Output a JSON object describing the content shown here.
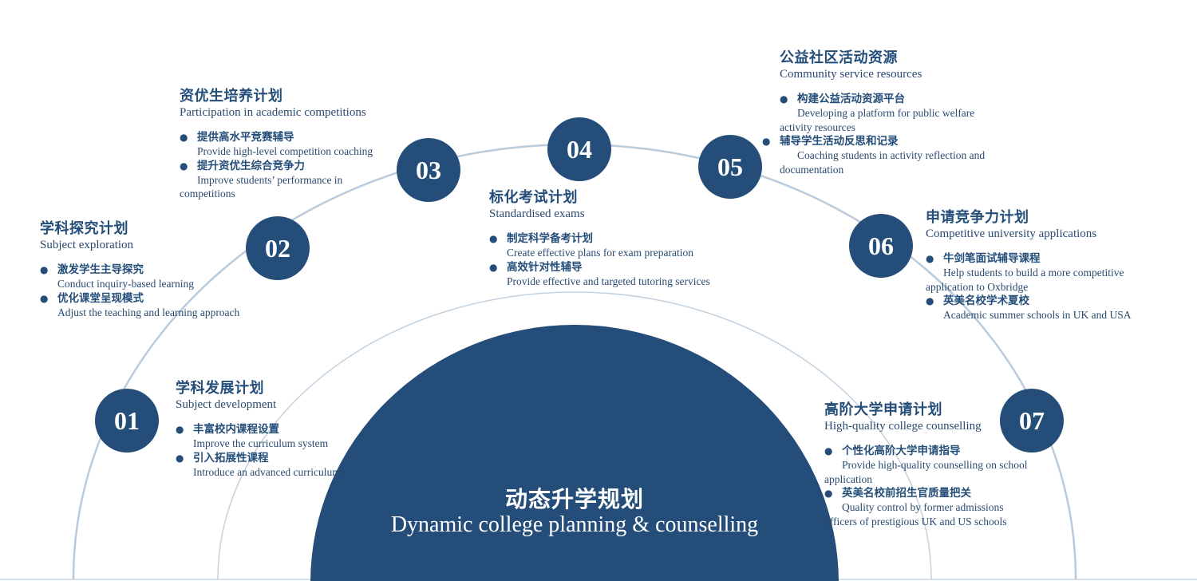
{
  "hub": {
    "title_zh": "动态升学规划",
    "title_en": "Dynamic college planning & counselling"
  },
  "colors": {
    "node_fill": "#244e79",
    "arc_stroke": "#b9cbdc",
    "hub_fill": "#244e79",
    "text_dark": "#244e79"
  },
  "stages": [
    {
      "number": "01",
      "title_zh": "学科发展计划",
      "title_en": "Subject development",
      "items": [
        {
          "zh": "丰富校内课程设置",
          "en": "Improve the curriculum system"
        },
        {
          "zh": "引入拓展性课程",
          "en": "Introduce an advanced curriculum"
        }
      ]
    },
    {
      "number": "02",
      "title_zh": "学科探究计划",
      "title_en": "Subject exploration",
      "items": [
        {
          "zh": "激发学生主导探究",
          "en": "Conduct inquiry-based learning"
        },
        {
          "zh": "优化课堂呈现模式",
          "en": "Adjust the teaching and learning approach"
        }
      ]
    },
    {
      "number": "03",
      "title_zh": "资优生培养计划",
      "title_en": "Participation in academic competitions",
      "items": [
        {
          "zh": "提供高水平竞赛辅导",
          "en": "Provide high-level competition coaching"
        },
        {
          "zh": "提升资优生综合竞争力",
          "en": "Improve students’ performance in competitions"
        }
      ]
    },
    {
      "number": "04",
      "title_zh": "标化考试计划",
      "title_en": "Standardised exams",
      "items": [
        {
          "zh": "制定科学备考计划",
          "en": "Create effective plans for exam preparation"
        },
        {
          "zh": "高效针对性辅导",
          "en": "Provide effective and targeted tutoring services"
        }
      ]
    },
    {
      "number": "05",
      "title_zh": "公益社区活动资源",
      "title_en": "Community service resources",
      "items": [
        {
          "zh": "构建公益活动资源平台",
          "en": "Developing a platform for public welfare activity resources"
        },
        {
          "zh": "辅导学生活动反思和记录",
          "en": "Coaching students in activity reflection and documentation"
        }
      ]
    },
    {
      "number": "06",
      "title_zh": "申请竞争力计划",
      "title_en": "Competitive university applications",
      "items": [
        {
          "zh": "牛剑笔面试辅导课程",
          "en": "Help students to build a more competitive application to Oxbridge"
        },
        {
          "zh": "英美名校学术夏校",
          "en": "Academic summer schools in UK and USA"
        }
      ]
    },
    {
      "number": "07",
      "title_zh": "高阶大学申请计划",
      "title_en": "High-quality college counselling",
      "items": [
        {
          "zh": "个性化高阶大学申请指导",
          "en": "Provide high-quality counselling on school application"
        },
        {
          "zh": "英美名校前招生官质量把关",
          "en": "Quality control by former admissions officers of prestigious UK and US schools"
        }
      ]
    }
  ]
}
